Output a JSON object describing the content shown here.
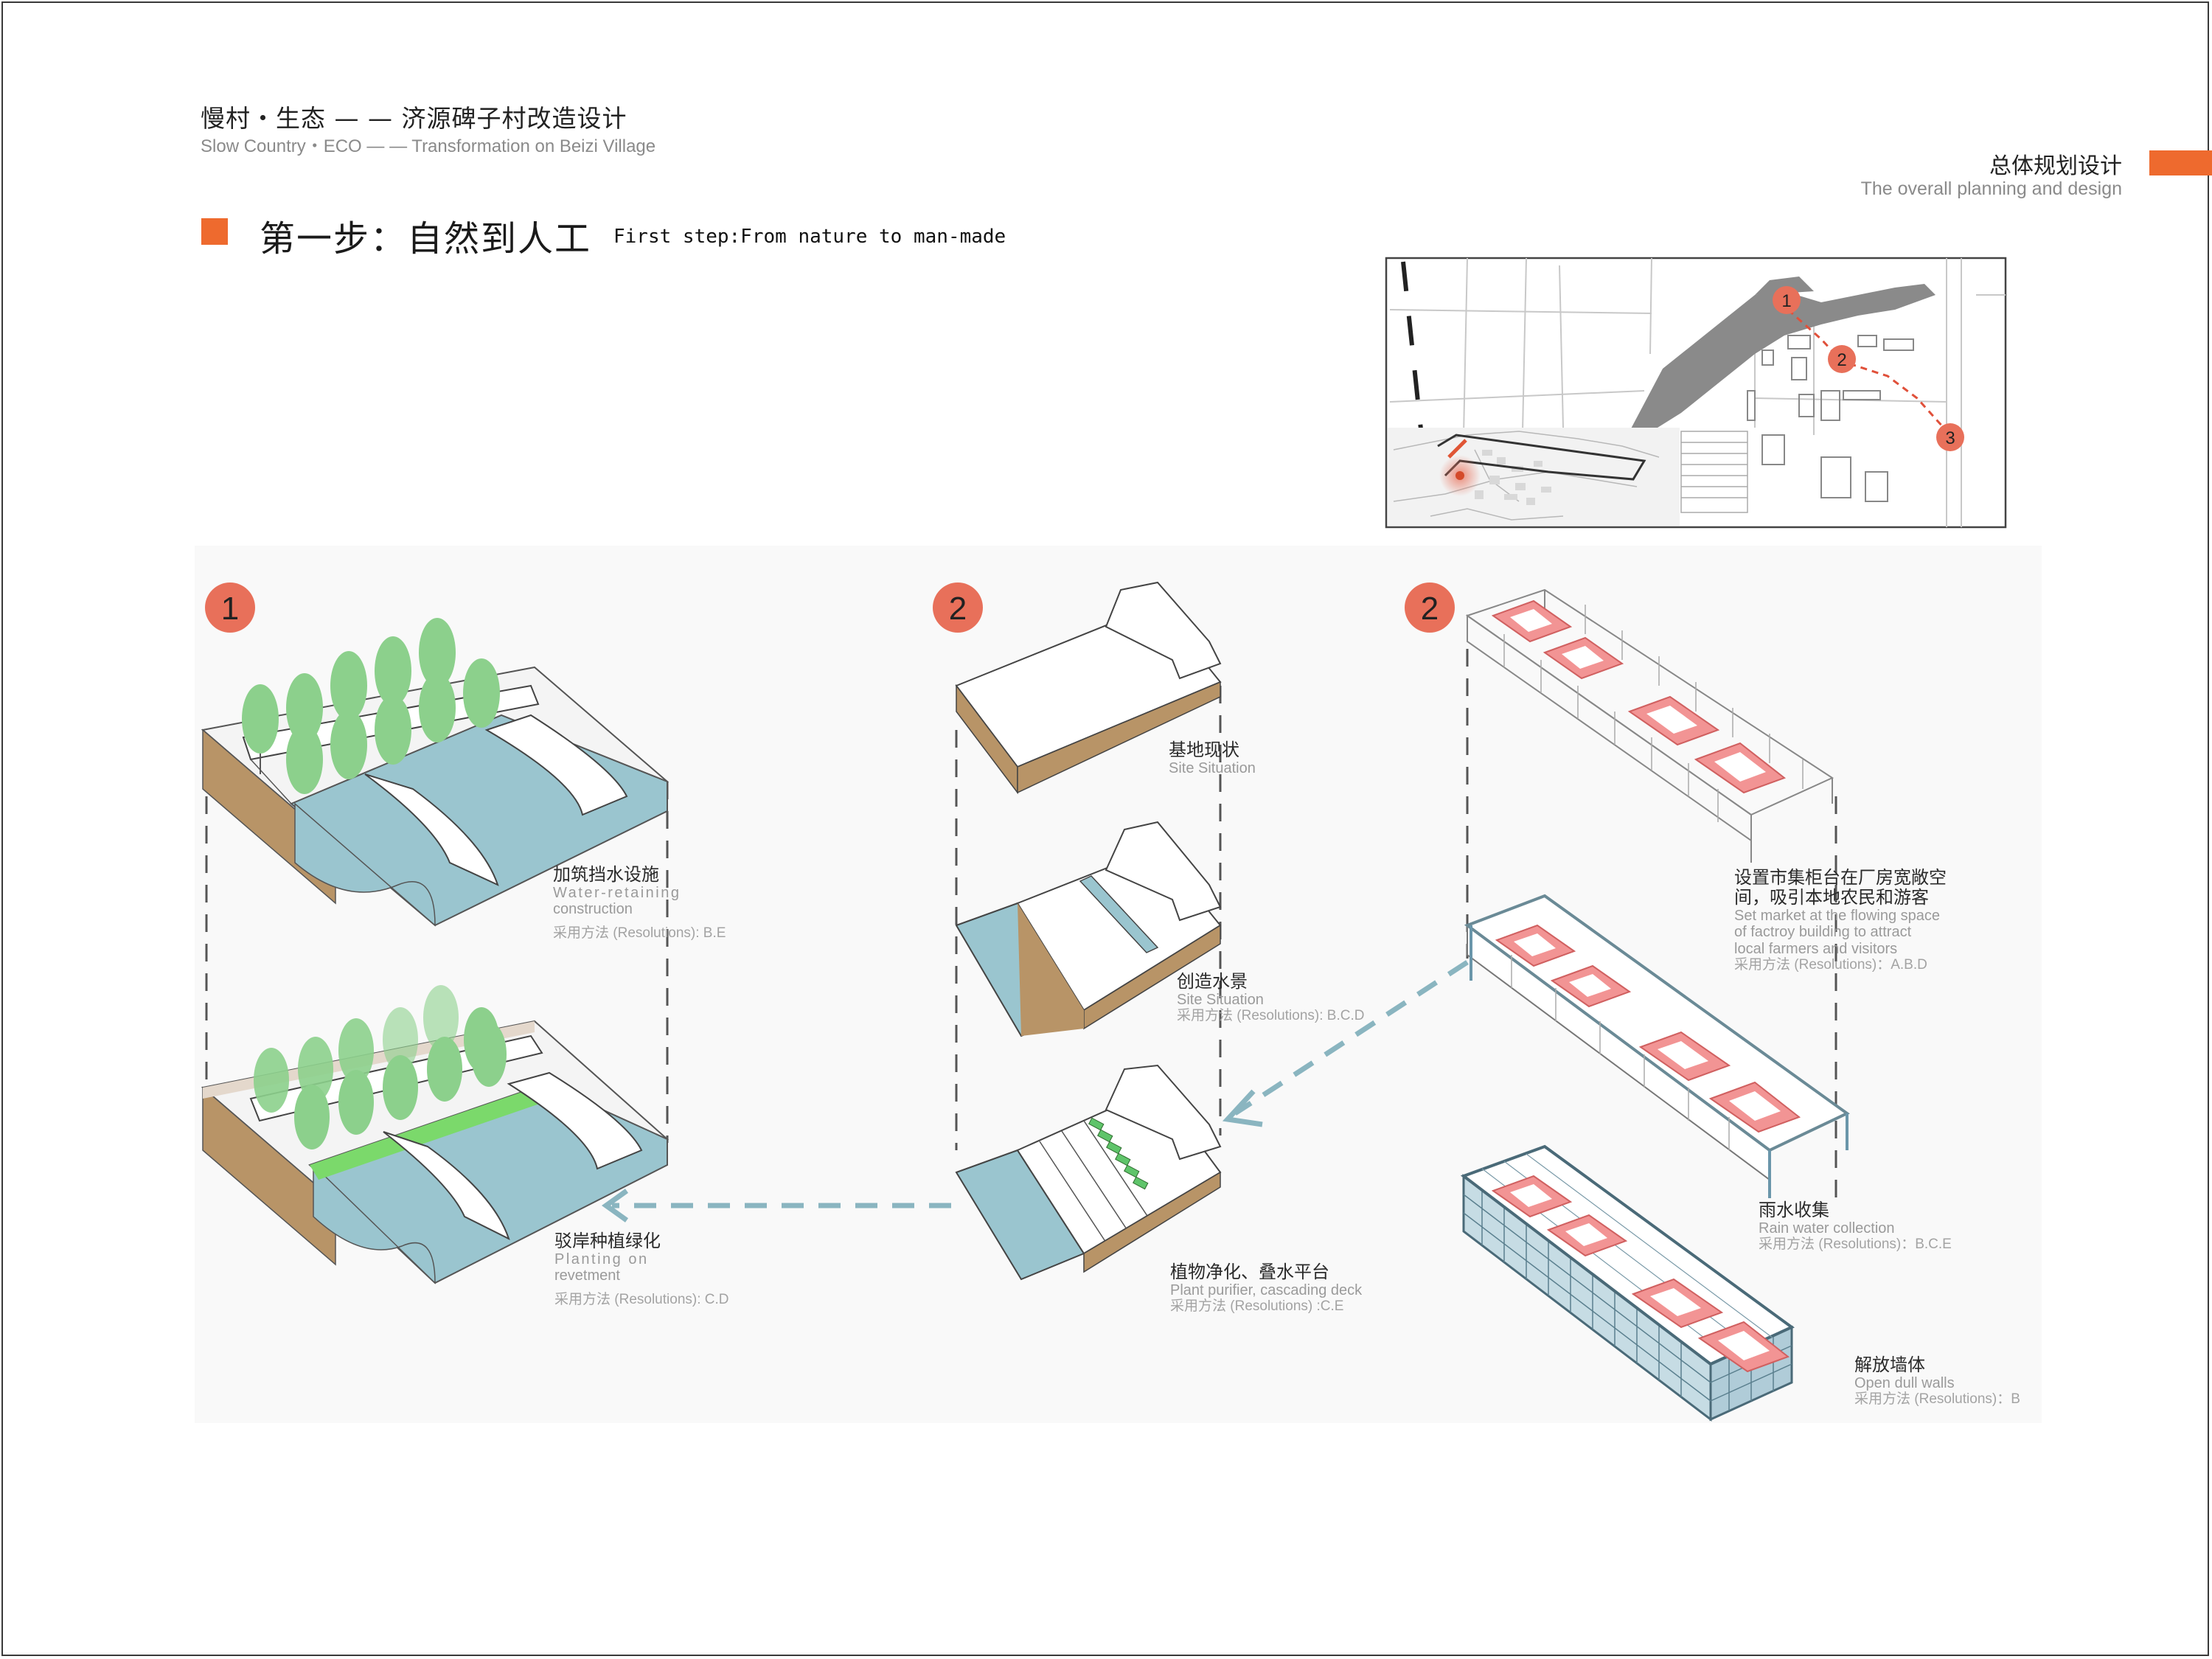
{
  "header": {
    "project_title_cn": "慢村・生态 — — 济源碑子村改造设计",
    "project_title_en": "Slow Country・ECO — — Transformation on Beizi Village",
    "section_title_cn": "总体规划设计",
    "section_title_en": "The overall planning and design"
  },
  "step": {
    "title_cn": "第一步：自然到人工",
    "title_en": "First step:From nature to man-made"
  },
  "colors": {
    "accent": "#ee6a2e",
    "marker": "#e8705a",
    "water": "#9ac5cf",
    "tree": "#8cd08c",
    "soil": "#b89467",
    "market": "#f29494",
    "glass": "#93b6c4",
    "arrow": "#8ab5c0"
  },
  "map": {
    "markers": [
      "1",
      "2",
      "3"
    ]
  },
  "panels": {
    "left": {
      "badge": "1",
      "items": [
        {
          "cn": "加筑挡水设施",
          "en_lines": [
            "Water-retaining",
            "construction"
          ],
          "res": "采用方法 (Resolutions): B.E"
        },
        {
          "cn": "驳岸种植绿化",
          "en_lines": [
            "Planting on",
            "revetment"
          ],
          "res": "采用方法 (Resolutions): C.D"
        }
      ]
    },
    "middle": {
      "badge": "2",
      "items": [
        {
          "cn": "基地现状",
          "en_lines": [
            "Site Situation"
          ],
          "res": ""
        },
        {
          "cn": "创造水景",
          "en_lines": [
            "Site Situation"
          ],
          "res": "采用方法 (Resolutions): B.C.D"
        },
        {
          "cn": "植物净化、叠水平台",
          "en_lines": [
            "Plant purifier, cascading deck"
          ],
          "res": "采用方法 (Resolutions) :C.E"
        }
      ]
    },
    "right": {
      "badge": "2",
      "items": [
        {
          "cn_lines": [
            "设置市集柜台在厂房宽敞空",
            "间，吸引本地农民和游客"
          ],
          "en_lines": [
            "Set market at the flowing space",
            "of factroy building to attract",
            "local farmers and visitors"
          ],
          "res": "采用方法 (Resolutions)：A.B.D"
        },
        {
          "cn_lines": [
            "雨水收集"
          ],
          "en_lines": [
            "Rain water collection"
          ],
          "res": "采用方法 (Resolutions)：B.C.E"
        },
        {
          "cn_lines": [
            "解放墙体"
          ],
          "en_lines": [
            "Open dull walls"
          ],
          "res": "采用方法 (Resolutions)：B"
        }
      ]
    }
  }
}
